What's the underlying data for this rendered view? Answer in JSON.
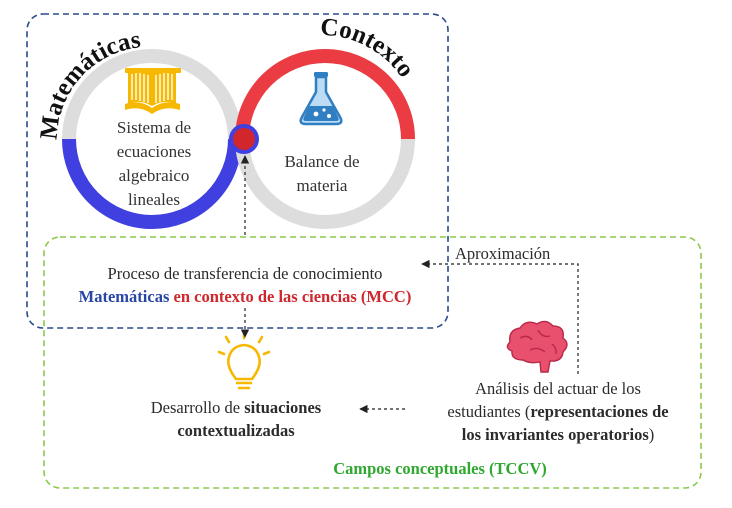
{
  "colors": {
    "blue": "#4040e0",
    "red": "#ea3c42",
    "gray": "#dddddd",
    "dashed_blue": "#2a4a8c",
    "dashed_green": "#8cc84b",
    "title_blue": "#2a46a5",
    "title_red": "#d0262c",
    "title_green": "#2fa82f",
    "icon_yellow": "#f6b800"
  },
  "icons": [
    "book-icon",
    "flask-icon",
    "lightbulb-icon",
    "brain-icon"
  ],
  "left_ring": {
    "curved_label": "Matemáticas",
    "text_lines": [
      "Sistema de",
      "ecuaciones",
      "algebraico",
      "lineales"
    ]
  },
  "right_ring": {
    "curved_label": "Contexto",
    "text_lines": [
      "Balance de",
      "materia"
    ]
  },
  "transfer": {
    "line1": "Proceso de transferencia de conocimiento",
    "line2_blue": "Matemáticas",
    "line2_red": "en contexto de las ciencias (MCC)"
  },
  "aproximacion": "Aproximación",
  "analisis": {
    "line1": "Análisis del actuar de los",
    "line2_plain": "estudiantes (",
    "line2_bold": "representaciones de",
    "line3_bold": "los invariantes operatorios",
    "line3_plain": ")"
  },
  "desarrollo": {
    "line1_plain": "Desarrollo de ",
    "line1_bold": "situaciones",
    "line2_bold": "contextualizadas"
  },
  "campos": "Campos conceptuales (TCCV)"
}
